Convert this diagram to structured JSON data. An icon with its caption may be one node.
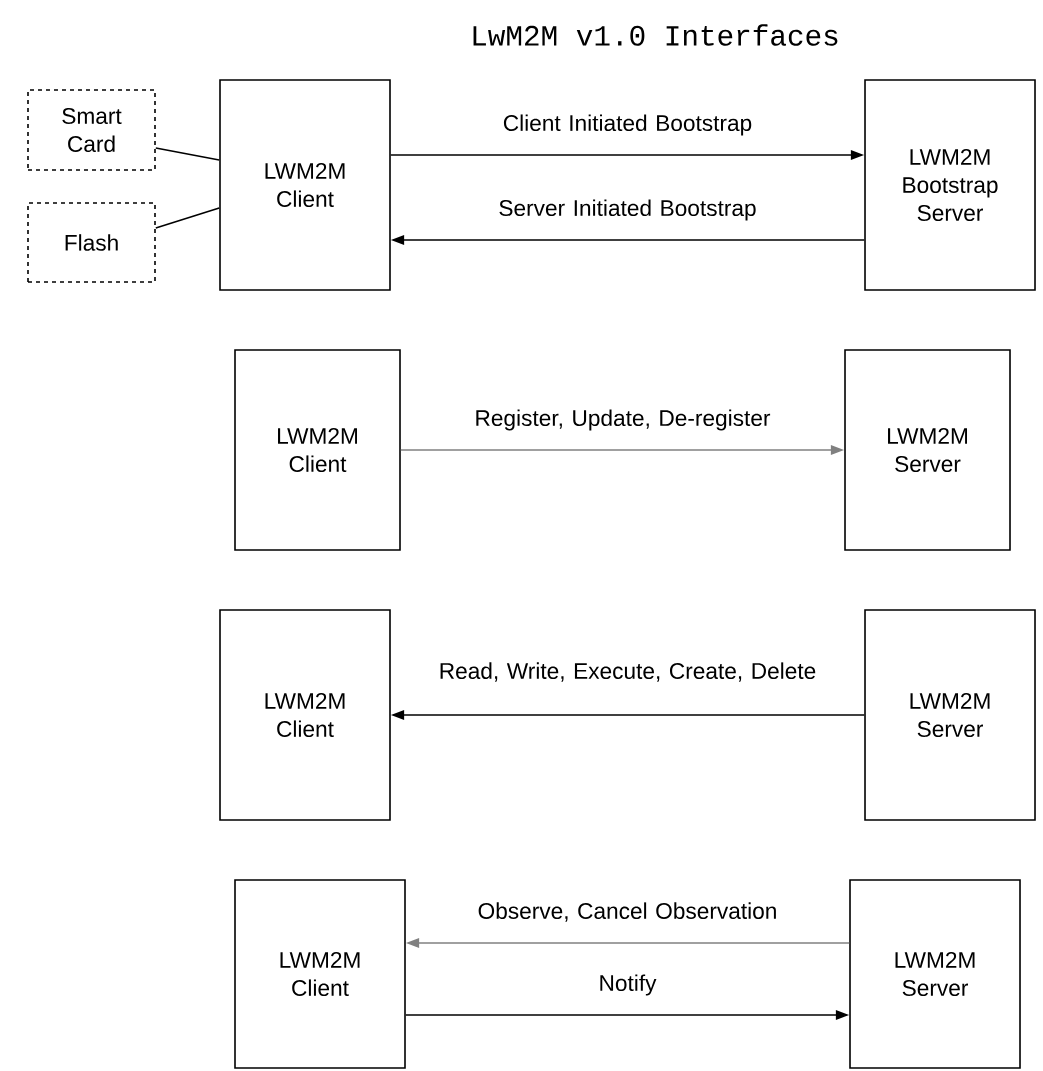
{
  "diagram": {
    "title": "LwM2M v1.0 Interfaces",
    "nodes": [
      {
        "text": [
          "Smart Card"
        ]
      },
      {
        "text": [
          "Flash"
        ]
      },
      {
        "text": [
          "LWM2M Client"
        ]
      },
      {
        "text": [
          "LWM2M Bootstrap Server"
        ]
      },
      {
        "text": [
          "LWM2M Client"
        ]
      },
      {
        "text": [
          "LWM2M Server"
        ]
      },
      {
        "text": [
          "LWM2M Client"
        ]
      },
      {
        "text": [
          "LWM2M Server"
        ]
      },
      {
        "text": [
          "LWM2M Client"
        ]
      },
      {
        "text": [
          "LWM2M Server"
        ]
      }
    ],
    "edges": [
      {
        "from": 0,
        "to": 2,
        "arrow": "none"
      },
      {
        "from": 1,
        "to": 2,
        "arrow": "none"
      },
      {
        "from": 2,
        "to": 3,
        "arrow": "to",
        "label": "Client Initiated Bootstrap"
      },
      {
        "from": 3,
        "to": 2,
        "arrow": "to",
        "label": "Server Initiated Bootstrap"
      },
      {
        "from": 4,
        "to": 5,
        "arrow": "to",
        "label": "Register, Update, De-register",
        "color": "#808080"
      },
      {
        "from": 7,
        "to": 6,
        "arrow": "to",
        "label": "Read, Write, Execute, Create, Delete"
      },
      {
        "from": 9,
        "to": 8,
        "arrow": "to",
        "label": "Observe, Cancel Observation",
        "color": "#808080"
      },
      {
        "from": 8,
        "to": 9,
        "arrow": "to",
        "label": "Notify"
      }
    ]
  }
}
